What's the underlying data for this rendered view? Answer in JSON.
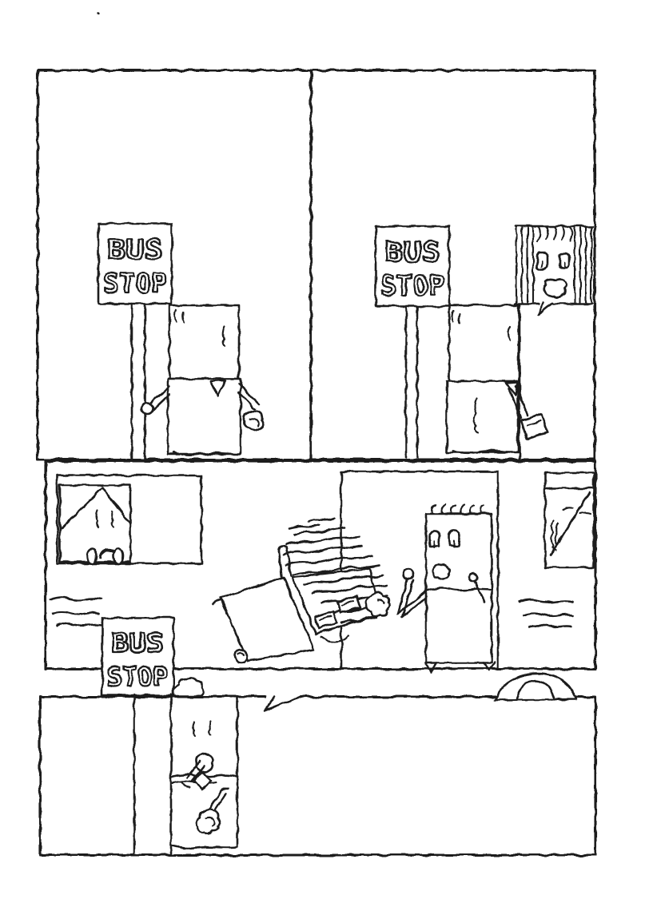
{
  "page": {
    "kind": "hand-drawn black-and-white comic page",
    "panel_count": 4,
    "paper_color": "#ffffff",
    "ink_color": "#1c1c1c"
  },
  "signs": {
    "panel1": {
      "line1": "BUS",
      "line2": "STOP"
    },
    "panel2": {
      "line1": "BUS",
      "line2": "STOP"
    },
    "panel3": {
      "line1": "BUS",
      "line2": "STOP"
    }
  }
}
